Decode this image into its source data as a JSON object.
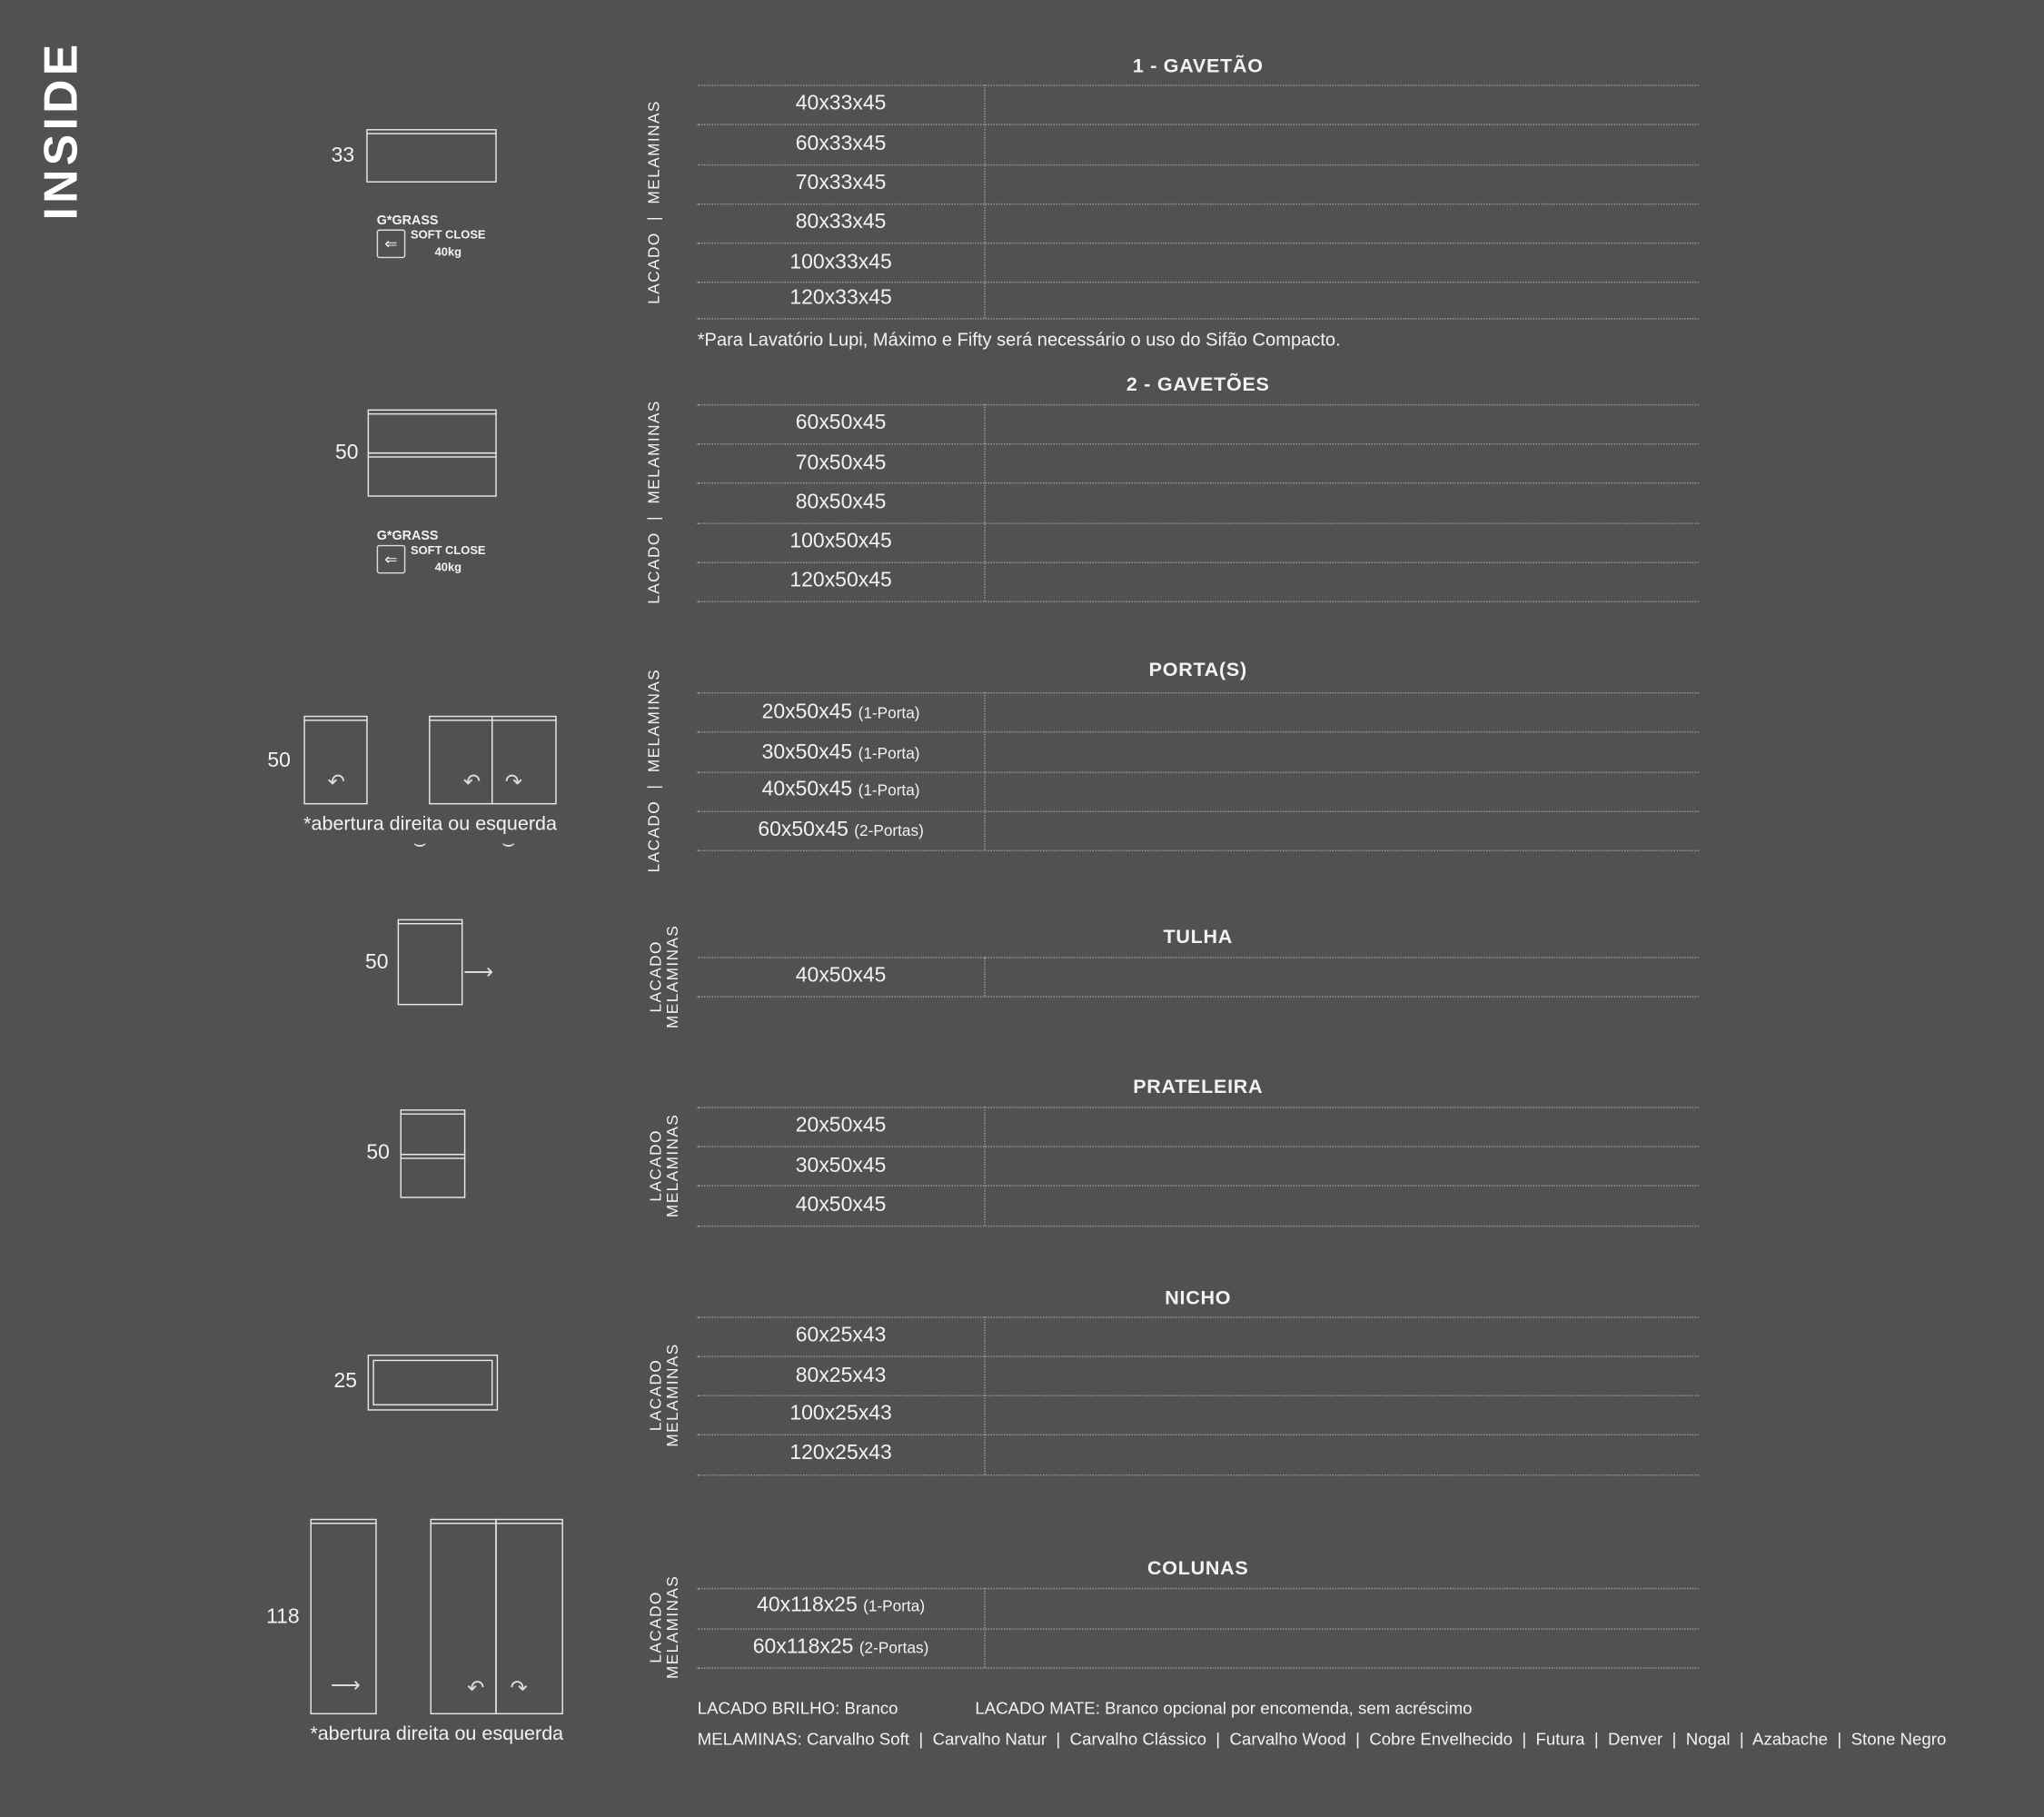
{
  "brand": "INSIDE",
  "material_label_full": "LACADO  |  MELAMINAS",
  "material_label_line1": "LACADO",
  "material_label_line2": "MELAMINAS",
  "grass": {
    "logo": "G*GRASS",
    "soft_close": "SOFT CLOSE",
    "weight": "40kg"
  },
  "sections": [
    {
      "title": "1 - GAVETÃO",
      "dim": "33",
      "rows": [
        {
          "size": "40x33x45"
        },
        {
          "size": "60x33x45"
        },
        {
          "size": "70x33x45"
        },
        {
          "size": "80x33x45"
        },
        {
          "size": "100x33x45"
        },
        {
          "size": "120x33x45"
        }
      ],
      "footnote": "*Para Lavatório Lupi, Máximo e Fifty será necessário o uso do Sifão Compacto."
    },
    {
      "title": "2 - GAVETÕES",
      "dim": "50",
      "rows": [
        {
          "size": "60x50x45"
        },
        {
          "size": "70x50x45"
        },
        {
          "size": "80x50x45"
        },
        {
          "size": "100x50x45"
        },
        {
          "size": "120x50x45"
        }
      ]
    },
    {
      "title": "PORTA(S)",
      "dim": "50",
      "note": "*abertura direita ou esquerda",
      "rows": [
        {
          "size": "20x50x45",
          "extra": "(1-Porta)"
        },
        {
          "size": "30x50x45",
          "extra": "(1-Porta)"
        },
        {
          "size": "40x50x45",
          "extra": "(1-Porta)"
        },
        {
          "size": "60x50x45",
          "extra": "(2-Portas)"
        }
      ]
    },
    {
      "title": "TULHA",
      "dim": "50",
      "rows": [
        {
          "size": "40x50x45"
        }
      ]
    },
    {
      "title": "PRATELEIRA",
      "dim": "50",
      "rows": [
        {
          "size": "20x50x45"
        },
        {
          "size": "30x50x45"
        },
        {
          "size": "40x50x45"
        }
      ]
    },
    {
      "title": "NICHO",
      "dim": "25",
      "rows": [
        {
          "size": "60x25x43"
        },
        {
          "size": "80x25x43"
        },
        {
          "size": "100x25x43"
        },
        {
          "size": "120x25x43"
        }
      ]
    },
    {
      "title": "COLUNAS",
      "dim": "118",
      "note": "*abertura direita ou esquerda",
      "rows": [
        {
          "size": "40x118x25",
          "extra": "(1-Porta)"
        },
        {
          "size": "60x118x25",
          "extra": "(2-Portas)"
        }
      ]
    }
  ],
  "footer": {
    "lacado_brilho": "LACADO BRILHO: Branco",
    "lacado_mate": "LACADO MATE: Branco opcional por encomenda, sem acréscimo",
    "melaminas": "MELAMINAS: Carvalho Soft  |  Carvalho Natur  |  Carvalho Clássico  |  Carvalho Wood  |  Cobre Envelhecido  |  Futura  |  Denver  |  Nogal  |  Azabache  |  Stone Negro"
  },
  "colors": {
    "background": "#505153",
    "text": "#f2f2f2",
    "lines": "#9a9a9a"
  }
}
